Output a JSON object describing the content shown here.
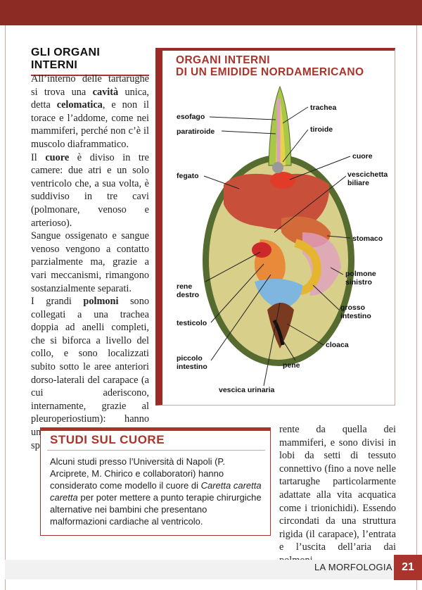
{
  "section_title": "GLI ORGANI INTERNI",
  "column1": {
    "p1_a": "All’interno delle tartarughe si trova una ",
    "p1_b1": "cavità",
    "p1_c": " unica, detta ",
    "p1_b2": "celomatica",
    "p1_d": ", e non il torace e l’addome, come nei mammiferi, perché non c’è il muscolo diaframmatico.",
    "p2_a": "Il ",
    "p2_b": "cuore",
    "p2_c": " è diviso in tre camere: due atri e un solo ventricolo che, a sua volta, è suddiviso in tre cavi (polmonare, venoso e arterioso).",
    "p3": "Sangue ossigenato e sangue venoso vengono a contatto parzialmente ma, grazie a vari meccanismi, rimangono sostanzialmente separati.",
    "p4_a": "I grandi ",
    "p4_b": "polmoni",
    "p4_c": " sono collegati a una trachea doppia ad anelli completi, che si biforca a livello del collo, e sono localizzati subito sotto le aree anteriori dorso-laterali del carapace (a cui aderiscono, internamente, grazie al pleuroperiostium): hanno una struttura particolarmente spugnosa, molto diffe-"
  },
  "figure": {
    "title_line1": "ORGANI INTERNI",
    "title_line2": "DI UN EMIDIDE NORDAMERICANO",
    "labels": {
      "esofago": "esofago",
      "paratiroide": "paratiroide",
      "fegato": "fegato",
      "rene_l1": "rene",
      "rene_l2": "destro",
      "testicolo": "testicolo",
      "piccolo_l1": "piccolo",
      "piccolo_l2": "intestino",
      "vescica": "vescica urinaria",
      "trachea": "trachea",
      "tiroide": "tiroide",
      "cuore": "cuore",
      "vesc_l1": "vescichetta",
      "vesc_l2": "biliare",
      "stomaco": "stomaco",
      "polm_l1": "polmone",
      "polm_l2": "sinistro",
      "grosso_l1": "grosso",
      "grosso_l2": "intestino",
      "cloaca": "cloaca",
      "pene": "pene"
    }
  },
  "box": {
    "title": "STUDI SUL CUORE",
    "text_a": "Alcuni studi presso l’Università di Napoli (P. Arciprete, M. Chirico e collaboratori) hanno considerato come modello il cuore di ",
    "text_i": "Caretta caretta caretta",
    "text_b": " per poter mettere a punto terapie chirurgiche alternative nei bambini che presentano malformazioni cardiache al ventricolo."
  },
  "column2": "rente da quella dei mammiferi, e sono divisi in lobi da setti di tessuto connettivo (fino a nove nelle tartarughe particolarmente adattate alla vita acquatica come i trionichidi). Essendo circondati da una struttura rigida (il carapace), l’entrata e l’uscita dell’aria dai polmoni",
  "footer": {
    "section": "LA MORFOLOGIA",
    "page": "21"
  }
}
